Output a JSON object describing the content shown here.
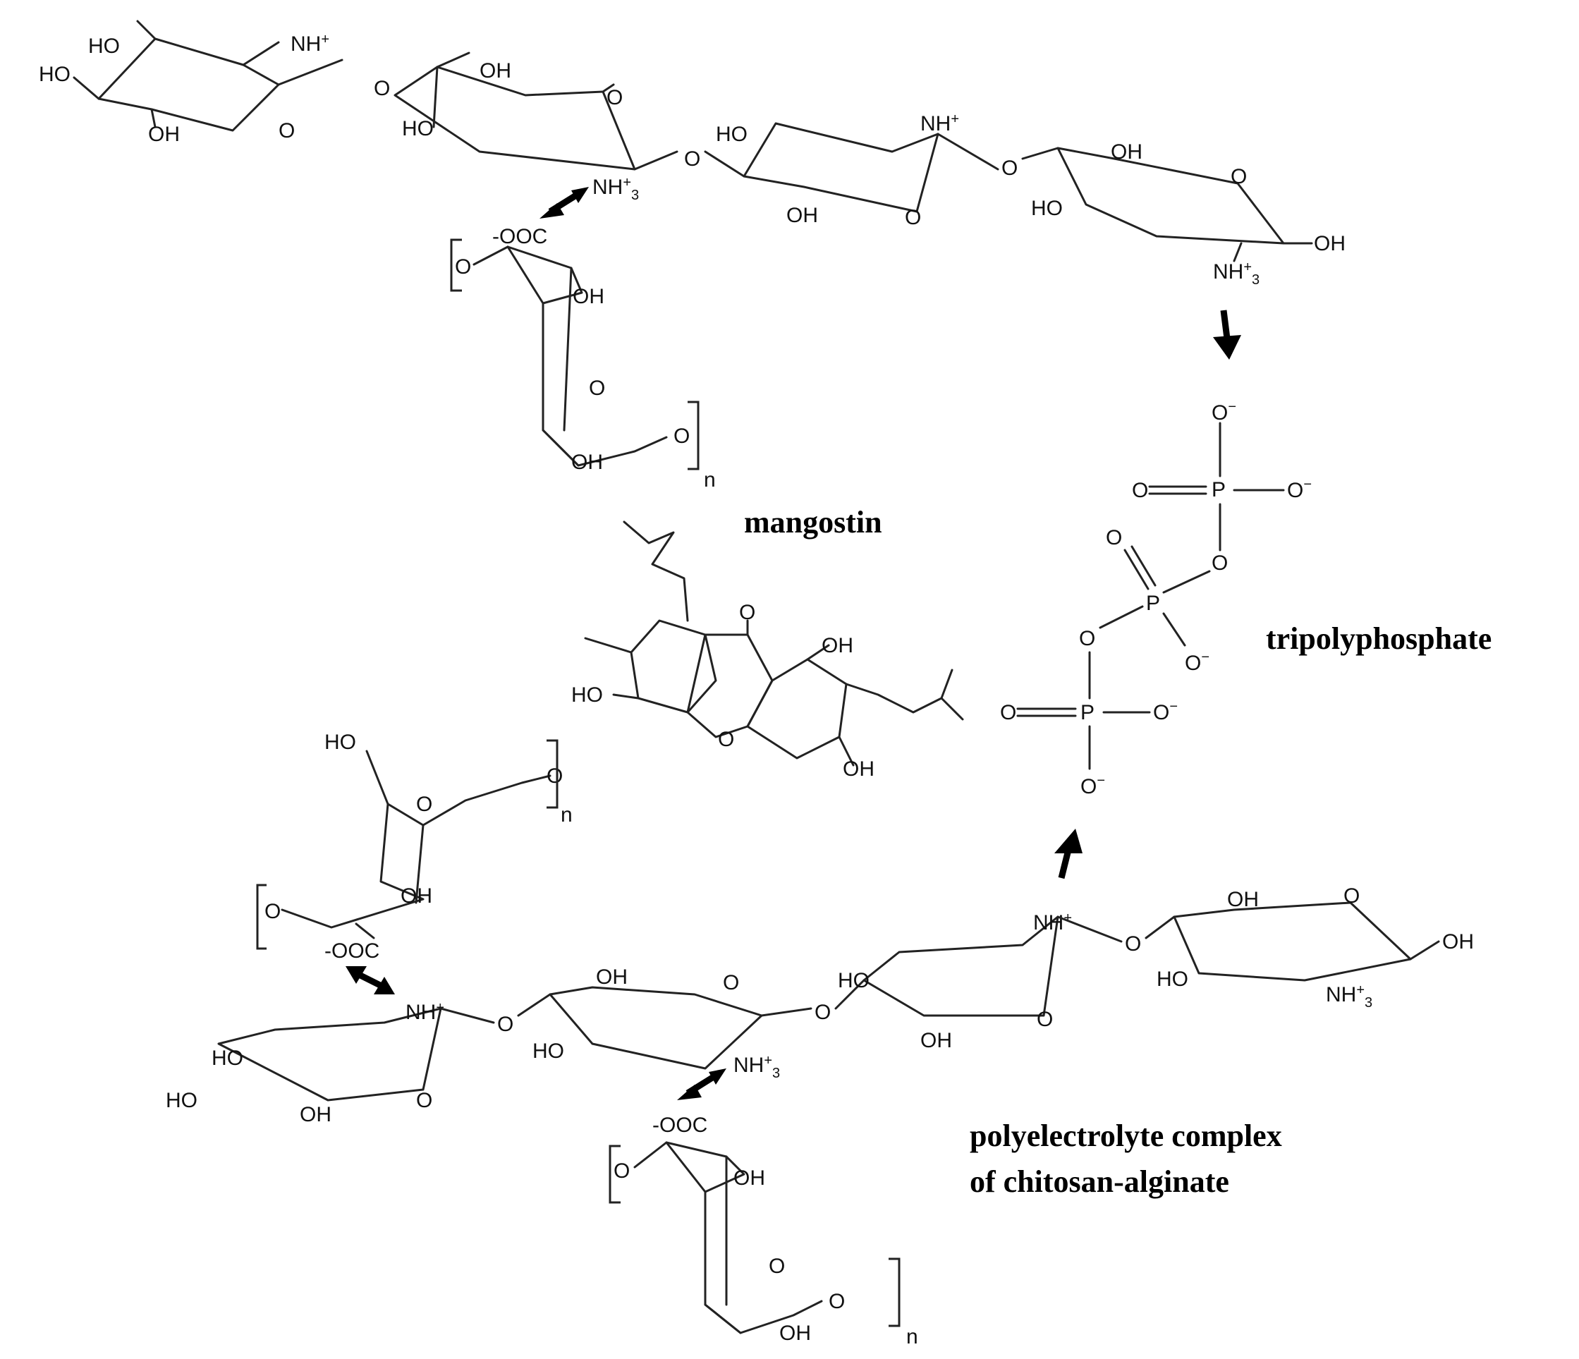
{
  "captions": {
    "mangostin": "mangostin",
    "tripolyphosphate": "tripolyphosphate",
    "complex_line1": "polyelectrolyte complex",
    "complex_line2": "of chitosan-alginate"
  },
  "atoms": {
    "HO": "HO",
    "OH": "OH",
    "O": "O",
    "NH": "NH",
    "NH_charge": "+",
    "NH_sub": "3",
    "OOC": "-OOC",
    "P": "P",
    "O_minus": "O",
    "minus": "−",
    "n": "n"
  },
  "colors": {
    "ink": "#000000",
    "bond": "#222222",
    "background": "#ffffff"
  }
}
